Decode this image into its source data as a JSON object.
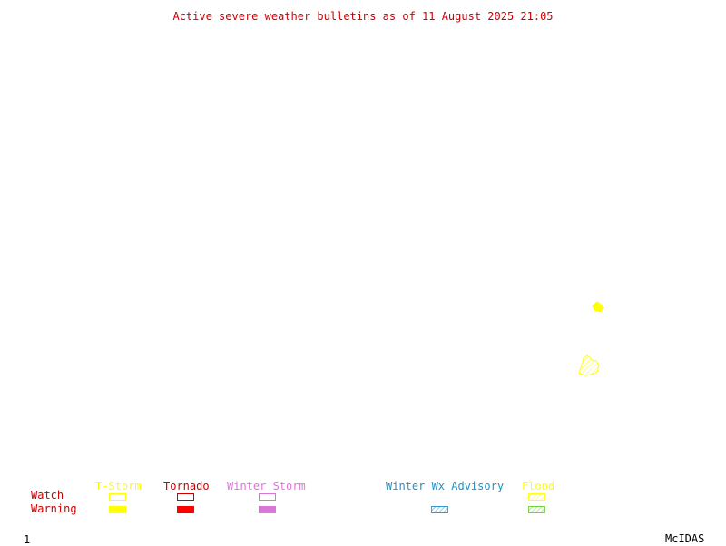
{
  "title": "Active severe weather bulletins as of 11 August 2025 21:05",
  "legend": {
    "rows": {
      "watch": "Watch",
      "warning": "Warning"
    },
    "columns": [
      {
        "key": "tstorm",
        "label": "T-Storm",
        "color": "#ffff00"
      },
      {
        "key": "tornado",
        "label": "Tornado",
        "color": "#ff0000"
      },
      {
        "key": "winter_storm",
        "label": "Winter Storm",
        "color": "#d977d9"
      },
      {
        "key": "winter_wx_advisory",
        "label": "Winter Wx Advisory",
        "color": "#1e90c8"
      },
      {
        "key": "flood",
        "label": "Flood",
        "color": "#ffff00"
      }
    ],
    "row_label_color": "#cc0000"
  },
  "map_features": [
    {
      "type": "T-Storm",
      "category": "Warning",
      "style": "filled",
      "color": "#ffff00"
    },
    {
      "type": "Flood",
      "category": "Warning",
      "style": "hatched",
      "color": "#ffff00"
    }
  ],
  "footer": {
    "page_number": "1",
    "brand": "McIDAS"
  },
  "colors": {
    "background": "#ffffff",
    "title": "#cc0000",
    "flood_warning_swatch": "#66cc33"
  }
}
